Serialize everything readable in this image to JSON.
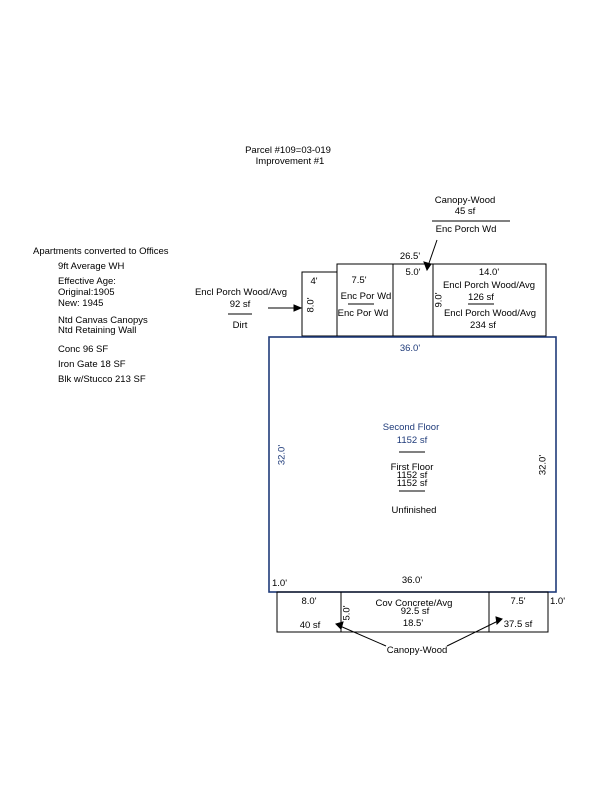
{
  "header": {
    "parcel": "Parcel #109=03-019",
    "improvement": "Improvement #1"
  },
  "notes": {
    "title": "Apartments converted to Offices",
    "wall_height": "9ft Average WH",
    "effective_age": "Effective Age:",
    "original": "Original:1905",
    "new": "New:  1945",
    "canvas_canopys": "Ntd Canvas Canopys",
    "retaining_wall": "Ntd Retaining Wall",
    "conc": "Conc 96 SF",
    "iron_gate": "Iron Gate 18 SF",
    "blk_stucco": "Blk w/Stucco 213 SF"
  },
  "callouts": {
    "canopy_top_title": "Canopy-Wood",
    "canopy_top_area": "45 sf",
    "canopy_top_sub": "Enc Porch Wd",
    "left_porch_title": "Encl Porch Wood/Avg",
    "left_porch_area": "92 sf",
    "left_porch_sub": "Dirt",
    "canopy_bottom": "Canopy-Wood"
  },
  "dims": {
    "top_total": "26.5'",
    "left_porch_w": "4'",
    "left_porch_h": "8.0'",
    "enc_por_w": "7.5'",
    "canopy_w": "5.0'",
    "right_porch_w": "14.0'",
    "right_porch_h": "9.0'",
    "main_top": "36.0'",
    "main_left": "32.0'",
    "main_right": "32.0'",
    "main_bottom": "36.0'",
    "offset_left": "1.0'",
    "bl_w": "8.0'",
    "cov_h": "5.0'",
    "cov_w": "18.5'",
    "br_w": "7.5'",
    "offset_right": "1.0'"
  },
  "rooms": {
    "enc_por_top": "Enc Por Wd",
    "enc_por_bottom": "Enc Por Wd",
    "right_porch_1": "Encl Porch Wood/Avg",
    "right_porch_1_area": "126 sf",
    "right_porch_2": "Encl Porch Wood/Avg",
    "right_porch_2_area": "234 sf",
    "second_floor": "Second Floor",
    "second_floor_area": "1152 sf",
    "first_floor": "First Floor",
    "first_floor_area": "1152 sf",
    "unfinished_area": "1152 sf",
    "unfinished": "Unfinished",
    "bl_area": "40 sf",
    "cov_title": "Cov Concrete/Avg",
    "cov_area": "92.5 sf",
    "br_area": "37.5 sf"
  },
  "colors": {
    "main_outline": "#1f3b7a",
    "lines": "#000000"
  }
}
